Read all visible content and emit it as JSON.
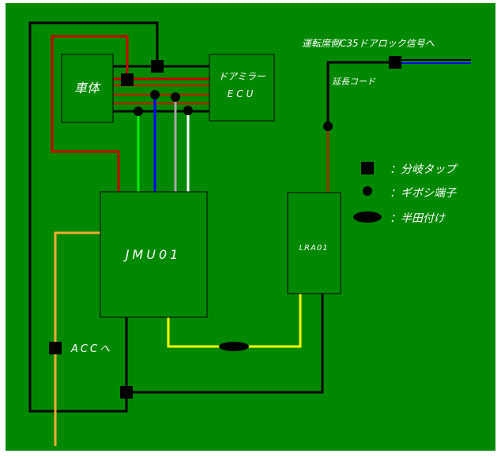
{
  "boxes": {
    "body": "車体",
    "mirror_ecu_line1": "ドアミラー",
    "mirror_ecu_line2": "ECU",
    "jmu01": "JMU01",
    "lra01": "LRA01"
  },
  "labels": {
    "signal_destination": "運転席側C35ドアロック信号へ",
    "extension_cord": "延長コード",
    "acc": "ACCへ"
  },
  "legend": {
    "branch_tap": "：分岐タップ",
    "crimp_terminal": "：ギボシ端子",
    "soldered": "：半田付け"
  },
  "colors": {
    "background": "#008800",
    "wire_black": "#000000",
    "wire_red": "#cc0000",
    "wire_brown": "#993300",
    "wire_green": "#00ee00",
    "wire_blue": "#0000ff",
    "wire_gray": "#aaaaaa",
    "wire_white": "#ffffff",
    "wire_orange": "#ffaa33",
    "wire_yellow": "#ffff00"
  }
}
